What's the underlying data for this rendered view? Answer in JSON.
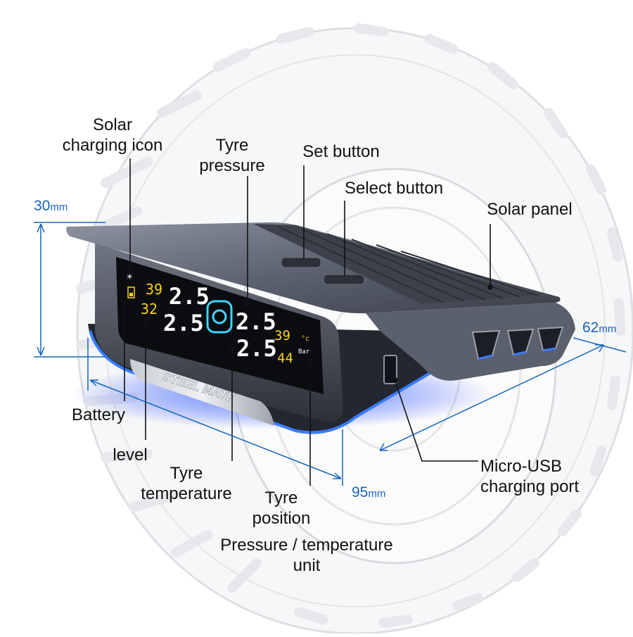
{
  "labels": {
    "solar_icon": "Solar\ncharging icon",
    "tyre_pressure": "Tyre\npressure",
    "set_button": "Set button",
    "select_button": "Select button",
    "solar_panel": "Solar panel",
    "battery": "Battery",
    "level": "level",
    "tyre_temperature": "Tyre\ntemperature",
    "tyre_position": "Tyre\nposition",
    "unit": "Pressure / temperature\nunit",
    "usb_port": "Micro-USB\ncharging port"
  },
  "dimensions": {
    "height": {
      "value": "30",
      "unit": "mm"
    },
    "depth": {
      "value": "62",
      "unit": "mm"
    },
    "width": {
      "value": "95",
      "unit": "mm"
    }
  },
  "device": {
    "brand": "STEEL MATE",
    "lcd": {
      "temp_front_left": "39",
      "temp_rear_left": "32",
      "pressure_front_left": "2.5",
      "pressure_rear_left": "2.5",
      "pressure_front_right": "2.5",
      "pressure_rear_right": "2.5",
      "temp_front_right": "39",
      "temp_rear_right": "44",
      "temp_unit": "°c",
      "pressure_unit": "Bar"
    }
  },
  "colors": {
    "accent_blue": "#1565c0",
    "lcd_yellow": "#ffd21a",
    "lcd_white": "#ffffff",
    "lcd_cyan": "#3fd6ff",
    "device_body": "#4a5160"
  }
}
